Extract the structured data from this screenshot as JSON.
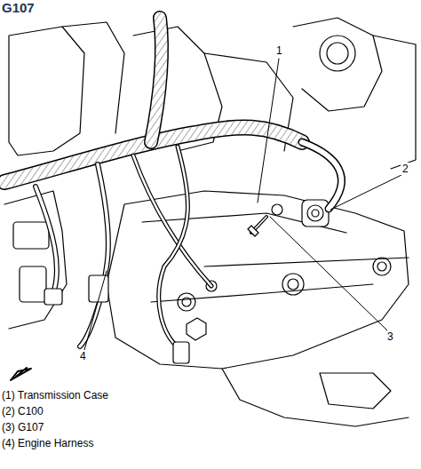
{
  "diagram": {
    "title": "G107",
    "labels": [
      "1",
      "2",
      "3",
      "4",
      "(1) Transmission Case",
      "(2) C100",
      "(3) G107",
      "(4) Engine Harness"
    ]
  }
}
